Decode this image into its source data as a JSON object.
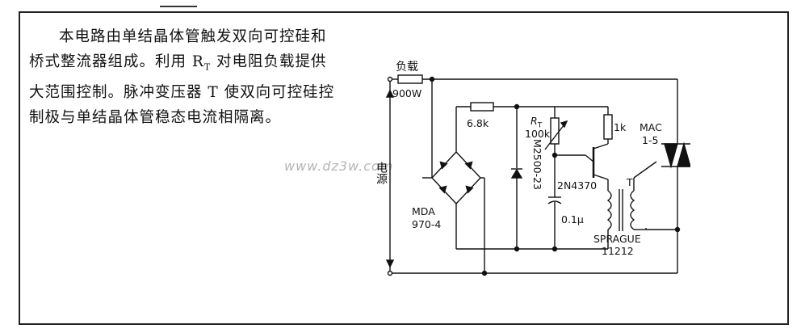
{
  "header_mark": "",
  "description": [
    "本电路由单结晶体管触发双向可控硅和桥式整流器组成。利用 R",
    "T",
    " 对电阻负载提供大范围控制。脉冲变压器 T 使双向可控硅控制极与单结晶体管稳态电流相隔离。"
  ],
  "labels": {
    "load": "负载",
    "load_power": "900W",
    "source": "电源",
    "bridge_part": "MDA",
    "bridge_part_num": "970-4",
    "r1": "6.8k",
    "zener": "M2500-23",
    "rt_name": "R",
    "rt_sub": "T",
    "rt_value": "100k",
    "r2": "1k",
    "ujt": "2N4370",
    "cap": "0.1μ",
    "transformer": "T",
    "transformer_maker": "SPRAGUE",
    "transformer_num": "11212",
    "triac_name": "MAC",
    "triac_num": "1-5"
  },
  "watermark": "www.dz3w.com"
}
